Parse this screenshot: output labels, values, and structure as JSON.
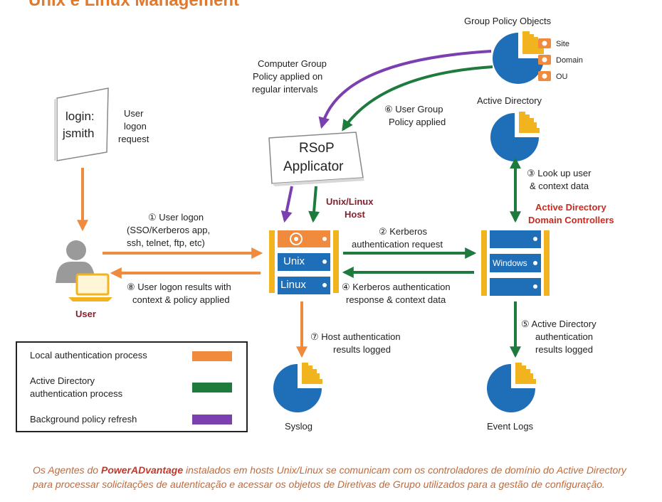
{
  "header": {
    "title_partial": "Unix e Linux Management"
  },
  "gpo": {
    "title": "Group Policy Objects",
    "items": [
      "Site",
      "Domain",
      "OU"
    ]
  },
  "active_directory": {
    "title": "Active Directory"
  },
  "computer_policy": {
    "lines": [
      "Computer Group",
      "Policy applied on",
      "regular intervals"
    ]
  },
  "user_policy": {
    "lines": [
      "⑥ User Group",
      "Policy applied"
    ]
  },
  "rsop": {
    "lines": [
      "RSoP",
      "Applicator"
    ]
  },
  "login": {
    "lines": [
      "login:",
      "jsmith"
    ],
    "request": [
      "User",
      "logon",
      "request"
    ]
  },
  "lookup": {
    "lines": [
      "③ Look up user",
      "& context data"
    ]
  },
  "host": {
    "lines": [
      "Unix/Linux",
      "Host"
    ],
    "unix": "Unix",
    "linux": "Linux"
  },
  "dc": {
    "lines": [
      "Active Directory",
      "Domain Controllers"
    ],
    "windows": "Windows"
  },
  "step1": {
    "lines": [
      "① User logon",
      "(SSO/Kerberos app,",
      "ssh, telnet, ftp, etc)"
    ]
  },
  "step2": {
    "lines": [
      "② Kerberos",
      "authentication request"
    ]
  },
  "step4": {
    "lines": [
      "④ Kerberos authentication",
      "response & context data"
    ]
  },
  "step8": {
    "lines": [
      "⑧ User logon results with",
      "context & policy applied"
    ]
  },
  "step7": {
    "lines": [
      "⑦ Host authentication",
      "results logged"
    ]
  },
  "step5": {
    "lines": [
      "⑤ Active Directory",
      "authentication",
      "results logged"
    ]
  },
  "user": {
    "label": "User"
  },
  "syslog": {
    "label": "Syslog"
  },
  "eventlogs": {
    "label": "Event Logs"
  },
  "legend": {
    "items": [
      {
        "lines": [
          "Local authentication process"
        ],
        "color": "#f08a3c"
      },
      {
        "lines": [
          "Active Directory",
          "authentication process"
        ],
        "color": "#1f7a3e"
      },
      {
        "lines": [
          "Background policy refresh"
        ],
        "color": "#7b3fb0"
      }
    ]
  },
  "caption": {
    "pre": "Os Agentes do ",
    "brand": "PowerADvantage",
    "post": " instalados em hosts Unix/Linux se comunicam com os controladores de domínio do Active Directory para processar solicitações de autenticação e acessar os objetos de Diretivas de Grupo utilizados para a gestão de configuração."
  },
  "colors": {
    "orange": "#f08a3c",
    "green": "#1f7a3e",
    "purple": "#7b3fb0",
    "blue": "#1f6fb8",
    "gold": "#f2b41e"
  }
}
